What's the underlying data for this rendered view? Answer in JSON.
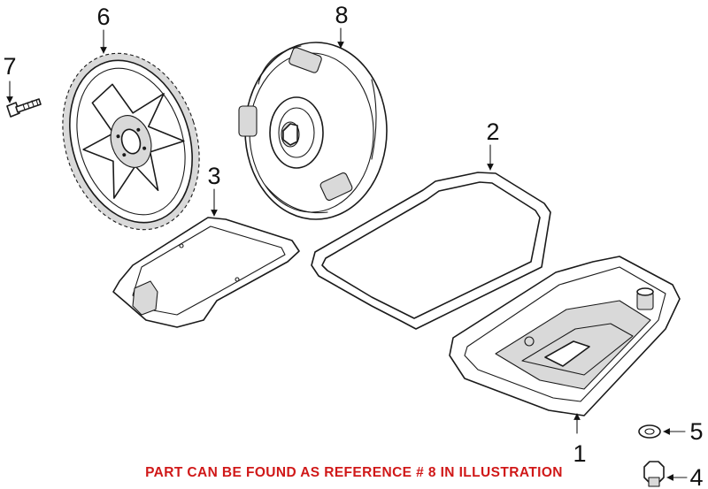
{
  "callouts": {
    "c1": "1",
    "c2": "2",
    "c3": "3",
    "c4": "4",
    "c5": "5",
    "c6": "6",
    "c7": "7",
    "c8": "8"
  },
  "notice": "PART CAN BE FOUND AS REFERENCE # 8 IN ILLUSTRATION",
  "colors": {
    "notice": "#d01818",
    "line": "#1a1a1a",
    "background": "#ffffff"
  }
}
